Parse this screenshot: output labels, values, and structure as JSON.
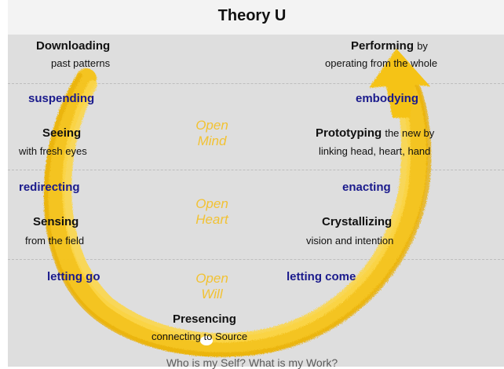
{
  "title": "Theory U",
  "left": {
    "downloading": {
      "name": "Downloading",
      "sub": "past patterns"
    },
    "suspending": "suspending",
    "seeing": {
      "name": "Seeing",
      "sub": "with fresh eyes"
    },
    "redirecting": "redirecting",
    "sensing": {
      "name": "Sensing",
      "sub": "from the field"
    },
    "letting_go": "letting go"
  },
  "right": {
    "performing": {
      "name": "Performing",
      "tail": "by",
      "sub": "operating from the whole"
    },
    "embodying": "embodying",
    "prototyping": {
      "name": "Prototyping",
      "tail": "the new by",
      "sub": "linking head, heart, hand"
    },
    "enacting": "enacting",
    "crystallizing": {
      "name": "Crystallizing",
      "sub": "vision and intention"
    },
    "letting_come": "letting come"
  },
  "center": {
    "open_mind": [
      "Open",
      "Mind"
    ],
    "open_heart": [
      "Open",
      "Heart"
    ],
    "open_will": [
      "Open",
      "Will"
    ]
  },
  "bottom": {
    "presencing": {
      "name": "Presencing",
      "sub": "connecting to Source"
    }
  },
  "footer": "Who is my Self? What is my Work?",
  "colors": {
    "u_shape": "#f5c318",
    "verbs": "#1a1a8c",
    "open_words": "#f2c233",
    "panel": "#dedede"
  }
}
